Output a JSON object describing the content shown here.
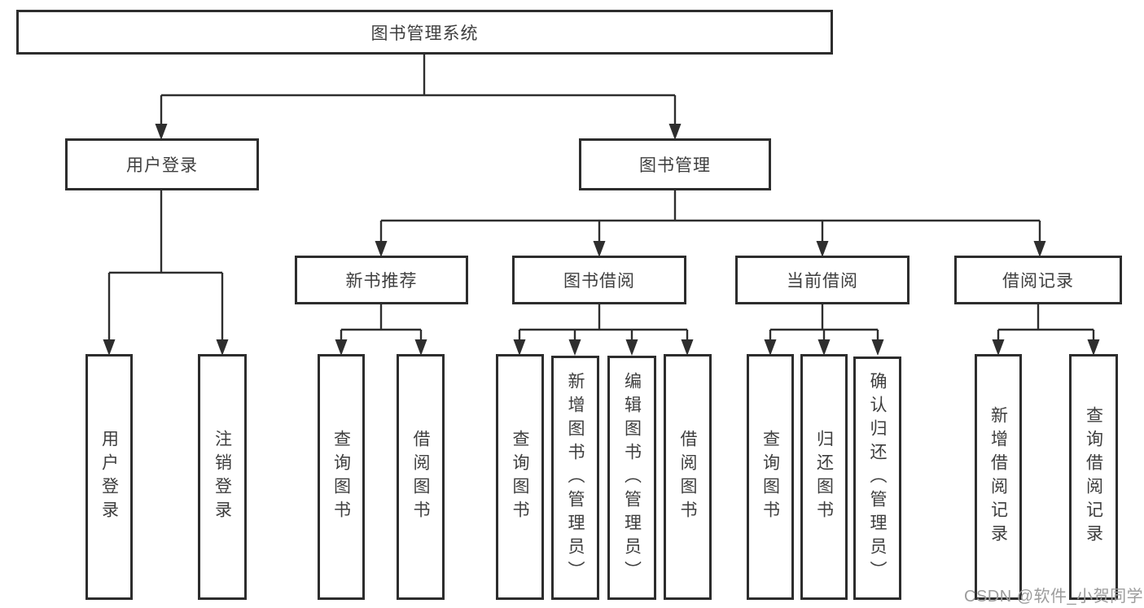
{
  "diagram": {
    "title": "图书管理系统",
    "nodes": {
      "root": {
        "label": "图书管理系统"
      },
      "level2": [
        {
          "label": "用户登录"
        },
        {
          "label": "图书管理"
        }
      ],
      "level3": [
        {
          "label": "新书推荐"
        },
        {
          "label": "图书借阅"
        },
        {
          "label": "当前借阅"
        },
        {
          "label": "借阅记录"
        }
      ],
      "leaves": [
        {
          "label": "用户登录"
        },
        {
          "label": "注销登录"
        },
        {
          "label": "查询图书"
        },
        {
          "label": "借阅图书"
        },
        {
          "label": "查询图书"
        },
        {
          "label": "新增图书（管理员）"
        },
        {
          "label": "编辑图书（管理员）"
        },
        {
          "label": "借阅图书"
        },
        {
          "label": "查询图书"
        },
        {
          "label": "归还图书"
        },
        {
          "label": "确认归还（管理员）"
        },
        {
          "label": "新增借阅记录"
        },
        {
          "label": "查询借阅记录"
        }
      ]
    },
    "colors": {
      "line": "#2e2e2e",
      "text": "#3e3e3e",
      "box_background": "#ffffff",
      "watermark": "#9c9c9c"
    }
  },
  "watermark": {
    "text": "CSDN @软件_小贺同学"
  }
}
